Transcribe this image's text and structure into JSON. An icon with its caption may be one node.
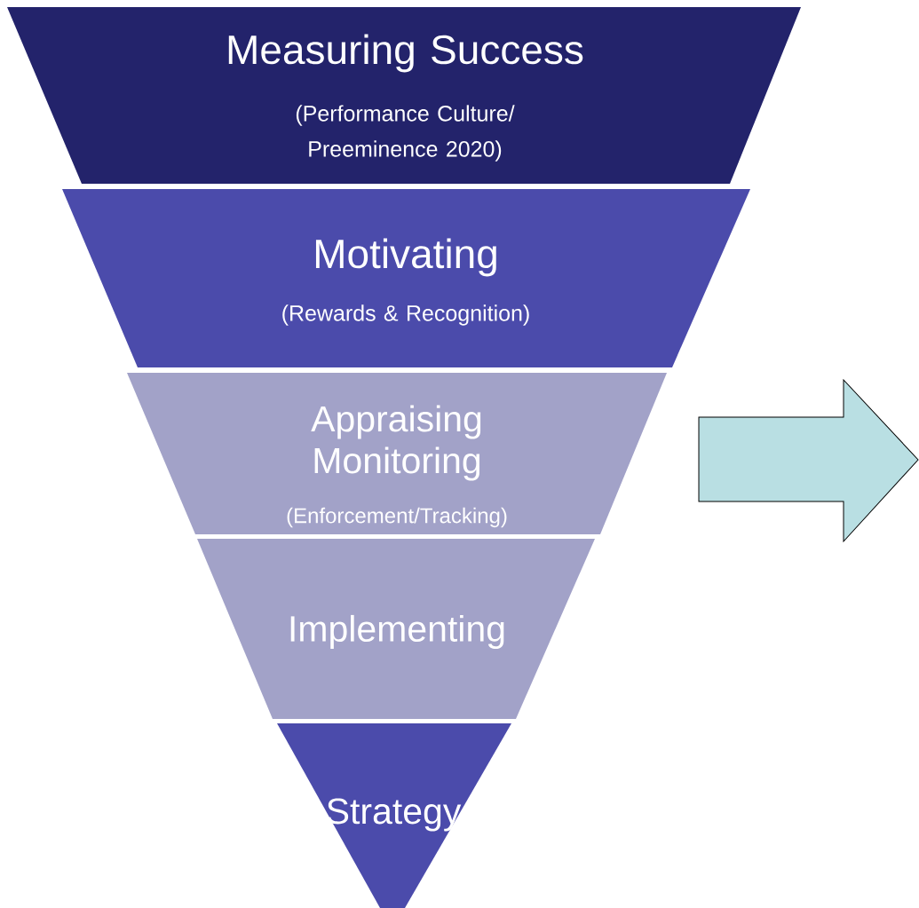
{
  "diagram": {
    "nodes": [
      {
        "text": [
          "Measuring Success",
          "(Performance Culture/ Preeminence 2020)"
        ]
      },
      {
        "text": [
          "Motivating",
          "(Rewards & Recognition)"
        ]
      },
      {
        "text": [
          "Appraising Monitoring",
          "(Enforcement/Tracking)"
        ]
      },
      {
        "text": [
          "Implementing"
        ]
      },
      {
        "text": [
          "Strategy"
        ]
      }
    ]
  }
}
